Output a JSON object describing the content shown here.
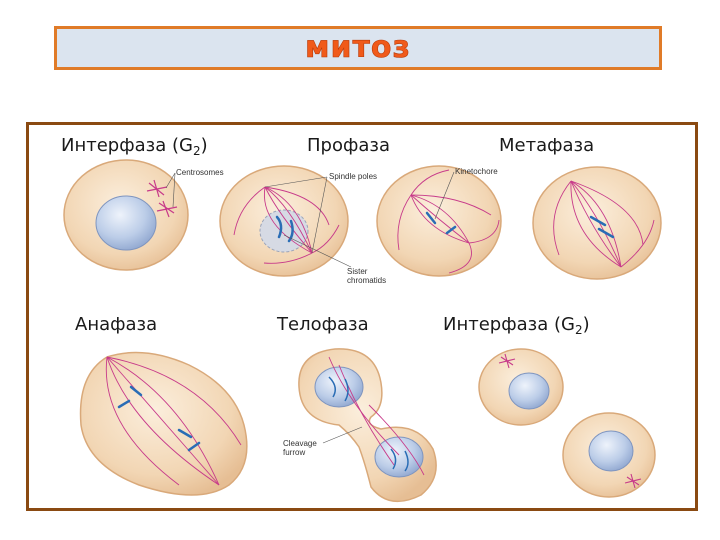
{
  "title": "митоз",
  "phases": {
    "interphase1": {
      "name": "Интерфаза (G",
      "sub": "2",
      "close": ")"
    },
    "prophase": {
      "name": "Профаза"
    },
    "metaphase": {
      "name": "Метафаза"
    },
    "anaphase": {
      "name": "Анафаза"
    },
    "telophase": {
      "name": "Телофаза"
    },
    "interphase2": {
      "name": "Интерфаза (G",
      "sub": "2",
      "close": ")"
    }
  },
  "annotations": {
    "centrosomes": "Centrosomes",
    "spindle_poles": "Spindle poles",
    "kinetochore": "Kinetochore",
    "sister_chromatids_1": "Sister",
    "sister_chromatids_2": "chromatids",
    "cleavage_furrow_1": "Cleavage",
    "cleavage_furrow_2": "furrow"
  },
  "colors": {
    "frame": "#8a4a12",
    "title_border": "#e07b28",
    "title_fill": "#dbe4ef",
    "title_text": "#f05a1a",
    "cell_fill": "#f3d9b8",
    "cell_stroke": "#d9a97a",
    "nucleus": "#b9cbe6",
    "spindle": "#c73a8a",
    "chromosome": "#2a6db5"
  }
}
